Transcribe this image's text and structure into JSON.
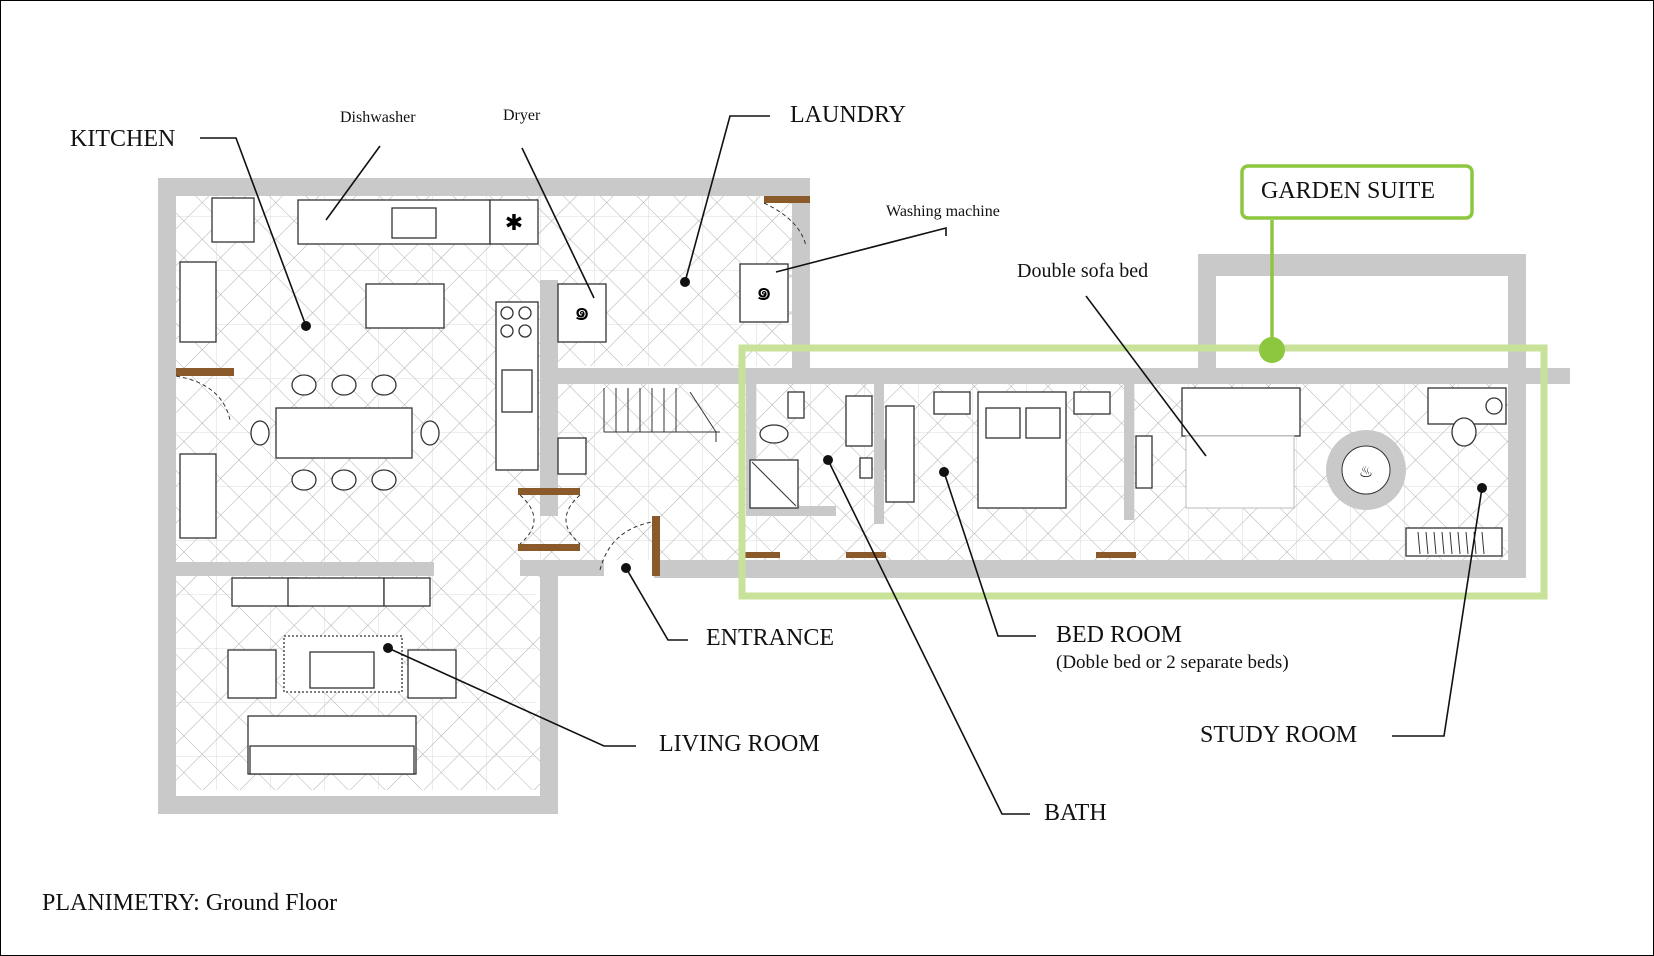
{
  "title": {
    "prefix": "PLANIMETRY:",
    "suffix": " Ground Floor"
  },
  "rooms": {
    "kitchen": "KITCHEN",
    "laundry": "LAUNDRY",
    "entrance": "ENTRANCE",
    "living_room": "LIVING ROOM",
    "bed_room": "BED ROOM",
    "bed_room_note": "(Doble bed or 2 separate beds)",
    "bath": "BATH",
    "study_room": "STUDY ROOM",
    "garden_suite": "GARDEN SUITE"
  },
  "appliances": {
    "dishwasher": "Dishwasher",
    "dryer": "Dryer",
    "washing_machine": "Washing machine",
    "double_sofa_bed": "Double sofa bed"
  },
  "colors": {
    "wall": "#c9c9c9",
    "door": "#8b5a2b",
    "accent": "#8dc63f",
    "accent_light": "#c8e29a"
  }
}
